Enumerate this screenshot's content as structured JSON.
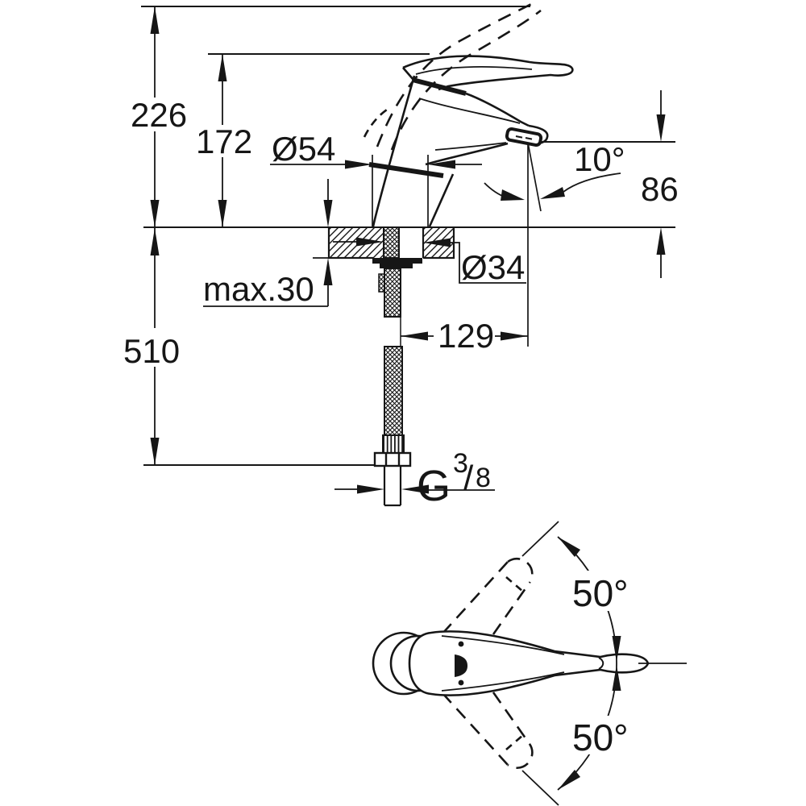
{
  "colors": {
    "line": "#161616",
    "background": "#ffffff"
  },
  "side_view": {
    "labels": {
      "overall_height": "226",
      "body_height": "172",
      "base_diameter": "Ø54",
      "stream_angle": "10°",
      "outlet_height": "86",
      "max_mounting_thickness": "max.30",
      "hole_diameter": "Ø34",
      "spout_reach": "129",
      "hose_length": "510",
      "thread_letter": "G",
      "thread_numerator": "3",
      "thread_slash": "/",
      "thread_denominator": "8"
    }
  },
  "top_view": {
    "labels": {
      "swivel_angle_upper": "50°",
      "swivel_angle_lower": "50°"
    }
  }
}
